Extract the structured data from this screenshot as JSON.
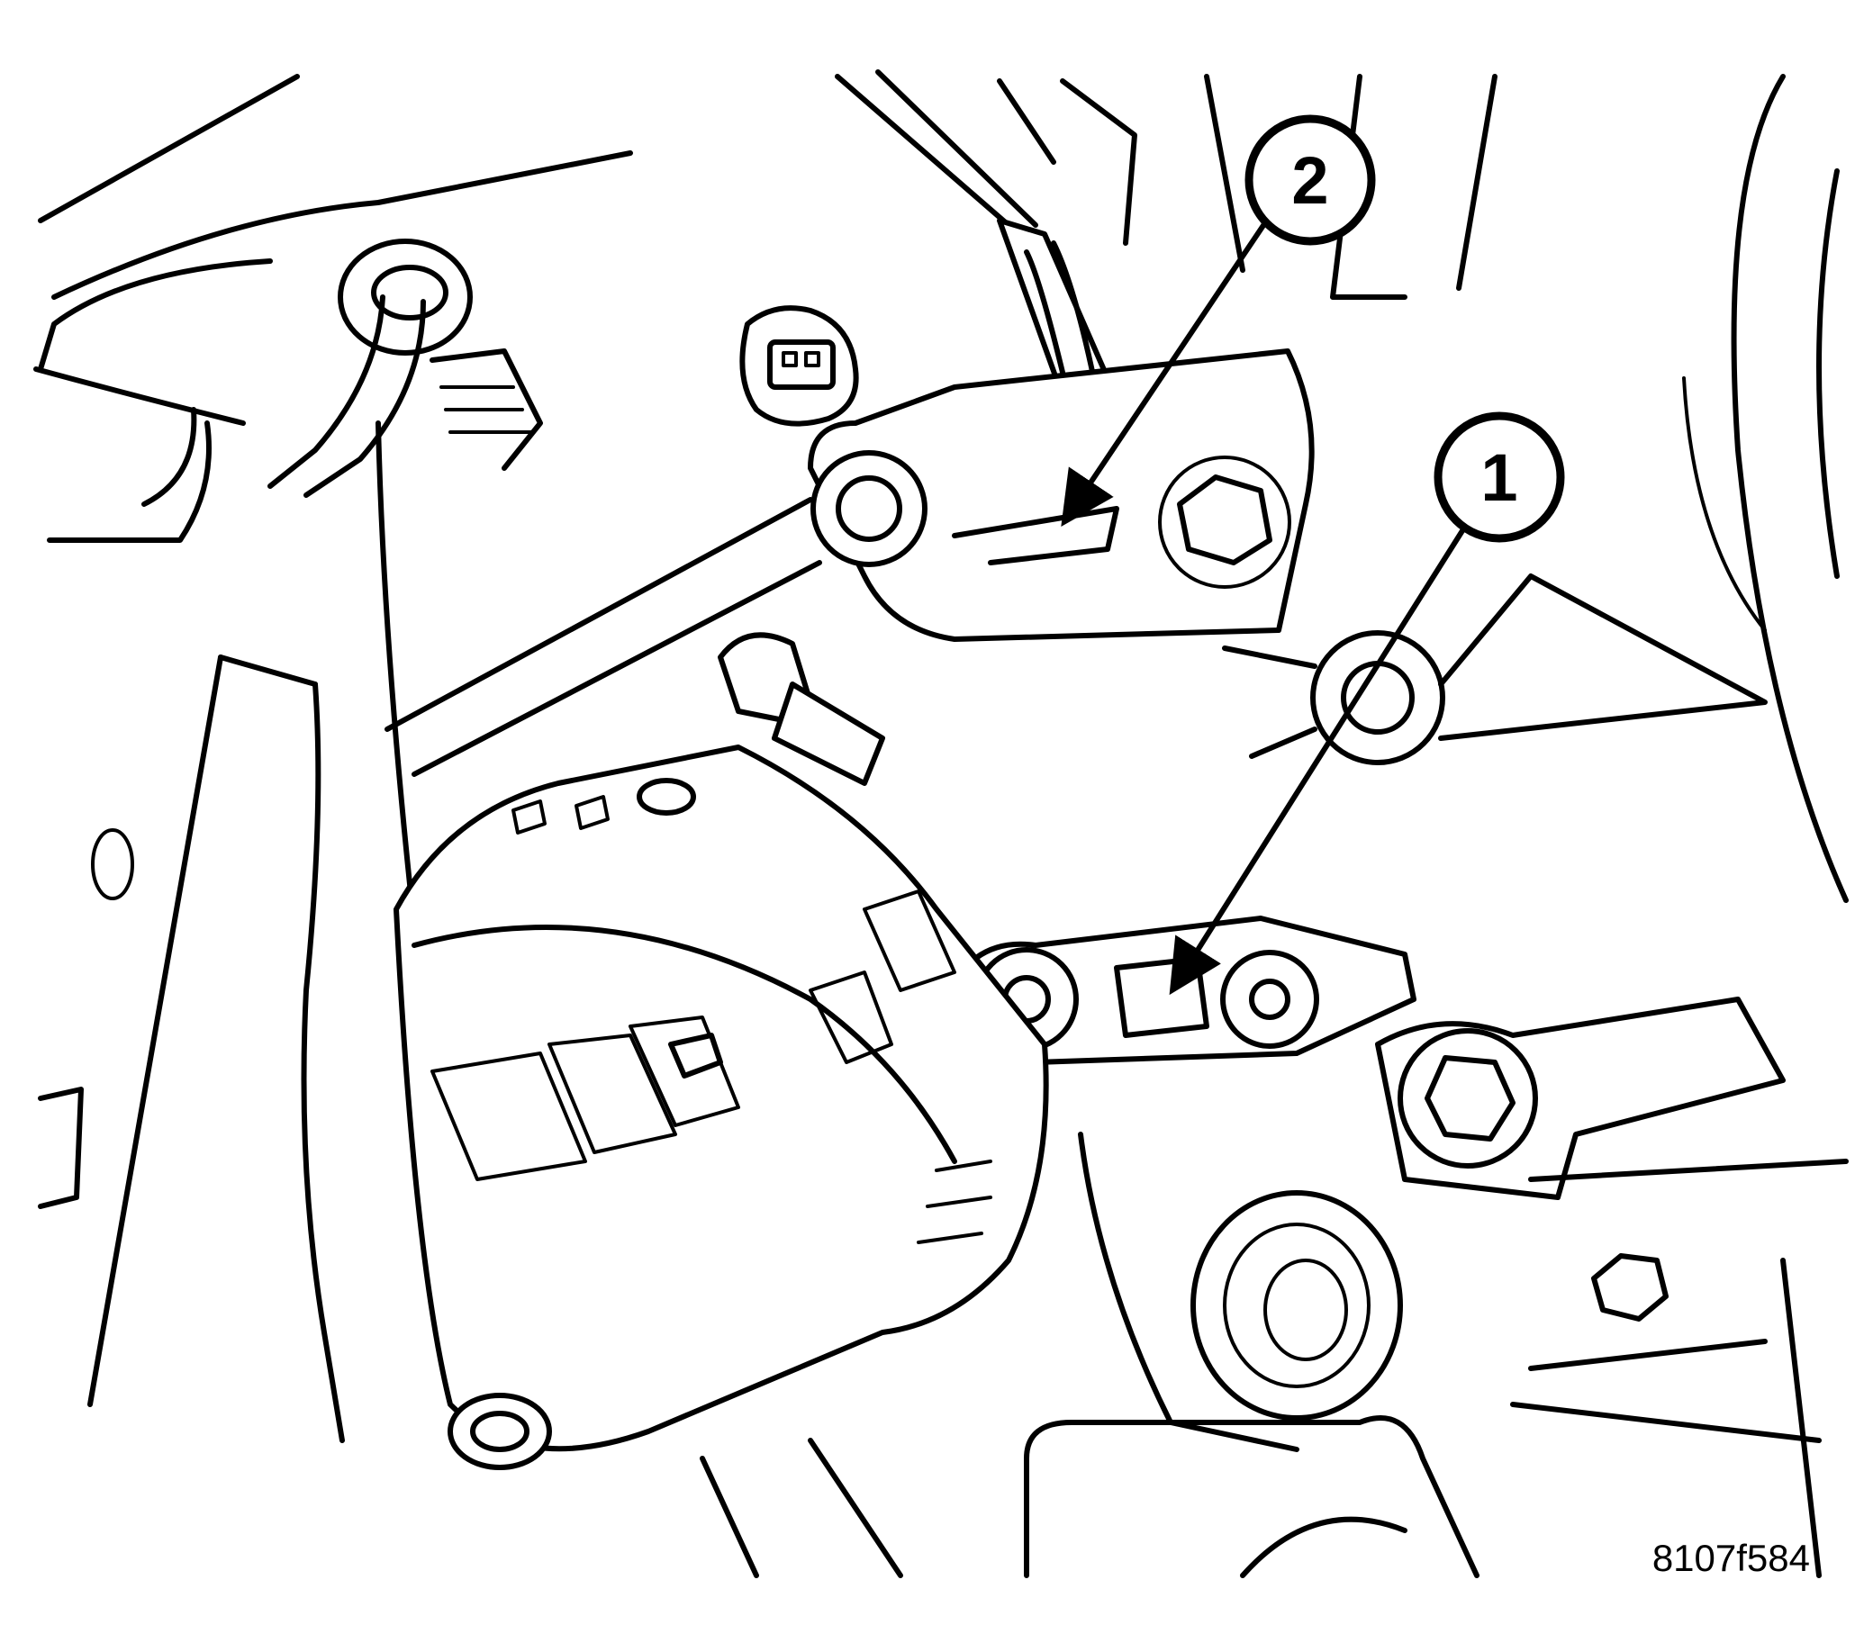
{
  "callouts": [
    {
      "id": "callout-1",
      "label": "1"
    },
    {
      "id": "callout-2",
      "label": "2"
    }
  ],
  "figure_id": "8107f584",
  "line_color": "#000000",
  "background": "#ffffff"
}
